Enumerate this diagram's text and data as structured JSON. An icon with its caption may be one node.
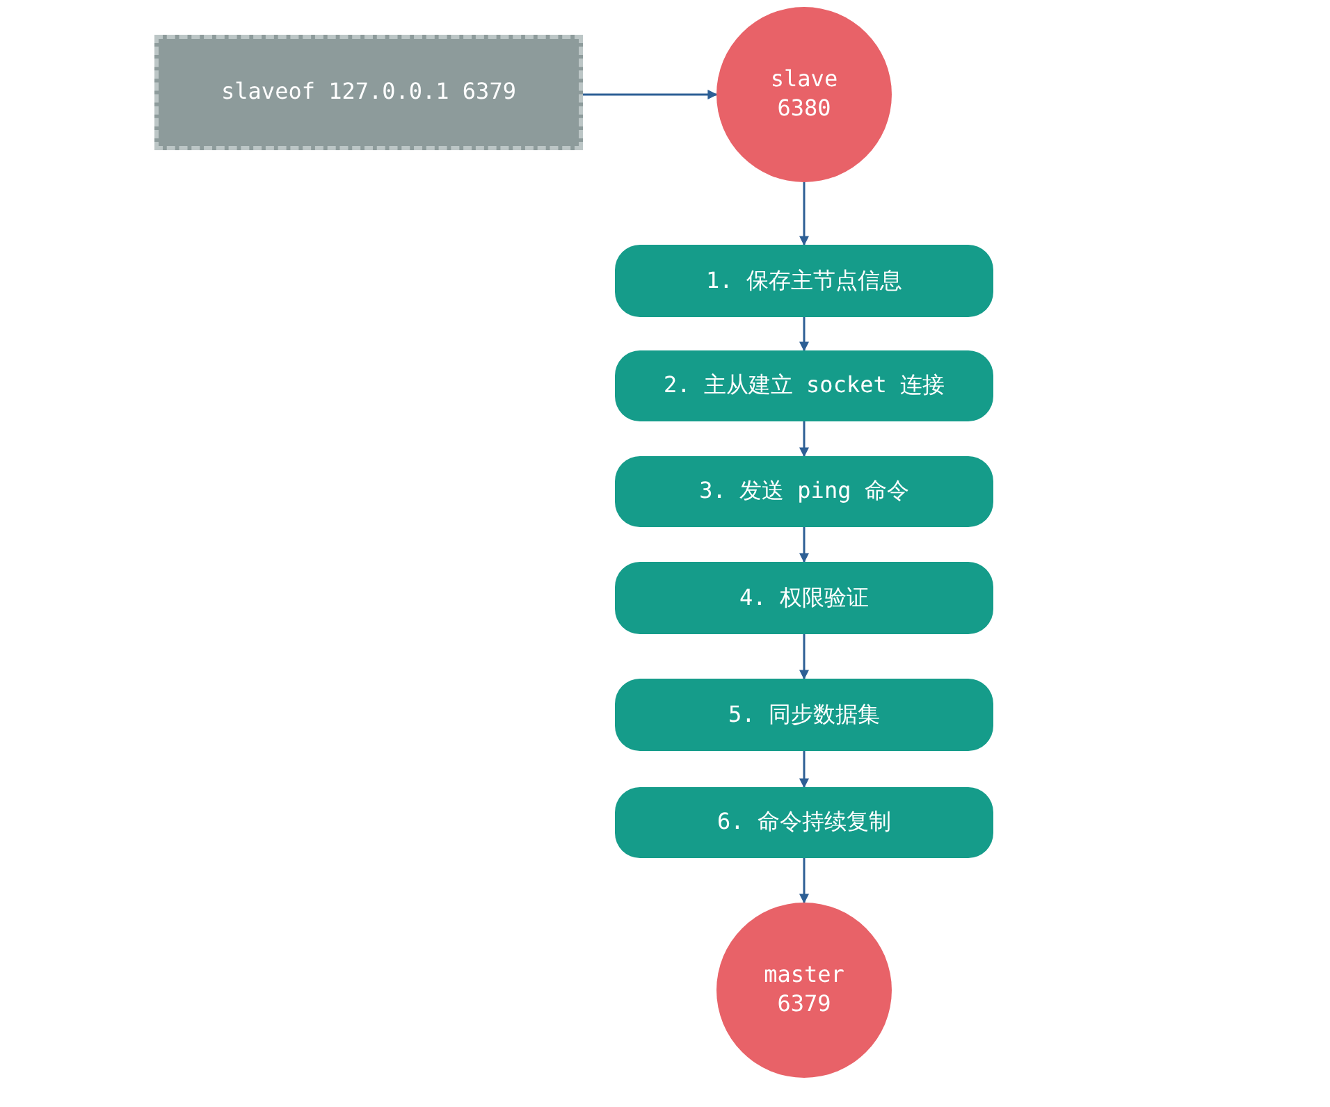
{
  "diagram": {
    "nodes": [
      {
        "text": [
          "slaveof 127.0.0.1 6379"
        ]
      },
      {
        "text": [
          "slave 6380"
        ]
      },
      {
        "text": [
          "1. 保存主节点信息"
        ]
      },
      {
        "text": [
          "2. 主从建立 socket 连接"
        ]
      },
      {
        "text": [
          "3. 发送 ping 命令"
        ]
      },
      {
        "text": [
          "4. 权限验证"
        ]
      },
      {
        "text": [
          "5. 同步数据集"
        ]
      },
      {
        "text": [
          "6. 命令持续复制"
        ]
      },
      {
        "text": [
          "master 6379"
        ]
      }
    ],
    "edges": [
      {
        "from": 0,
        "to": 1,
        "arrow": "to"
      },
      {
        "from": 1,
        "to": 2,
        "arrow": "to"
      },
      {
        "from": 2,
        "to": 3,
        "arrow": "to"
      },
      {
        "from": 3,
        "to": 4,
        "arrow": "to"
      },
      {
        "from": 4,
        "to": 5,
        "arrow": "to"
      },
      {
        "from": 5,
        "to": 6,
        "arrow": "to"
      },
      {
        "from": 6,
        "to": 7,
        "arrow": "to"
      },
      {
        "from": 7,
        "to": 8,
        "arrow": "to"
      }
    ]
  }
}
